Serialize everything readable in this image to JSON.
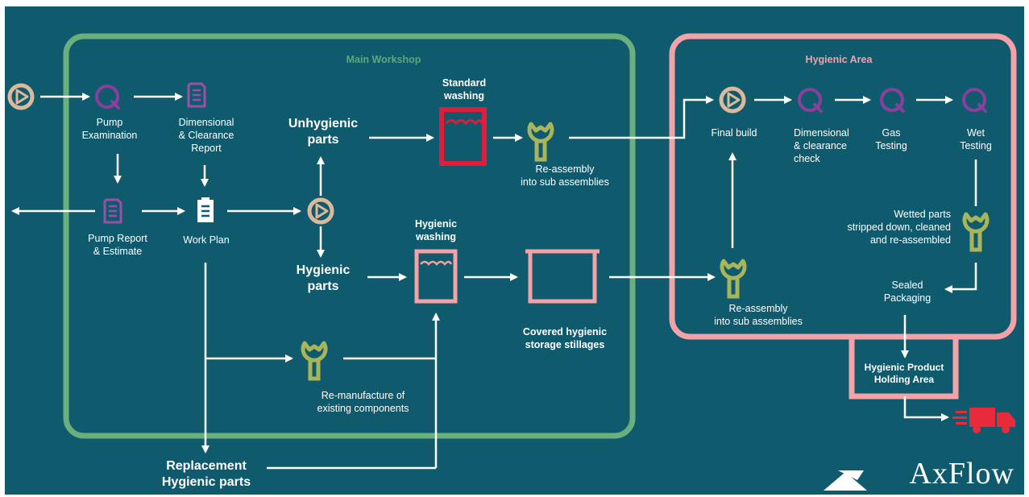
{
  "areas": {
    "main_workshop": "Main Workshop",
    "hygienic_area": "Hygienic Area"
  },
  "labels": {
    "pump_examination": "Pump\nExamination",
    "dimensional_clearance_report": "Dimensional\n& Clearance\nReport",
    "pump_report_estimate": "Pump Report\n& Estimate",
    "work_plan": "Work Plan",
    "unhygienic_parts": "Unhygienic\nparts",
    "hygienic_parts": "Hygienic\nparts",
    "standard_washing": "Standard\nwashing",
    "hygienic_washing": "Hygienic\nwashing",
    "reassembly_top": "Re-assembly\ninto sub assemblies",
    "covered_storage": "Covered hygienic\nstorage stillages",
    "remanufacture": "Re-manufacture of\nexisting components",
    "replacement_parts": "Replacement\nHygienic parts",
    "final_build": "Final build",
    "dimensional_check": "Dimensional\n& clearance\ncheck",
    "gas_testing": "Gas\nTesting",
    "wet_testing": "Wet\nTesting",
    "wetted_parts": "Wetted parts\nstripped down, cleaned\nand re-assembled",
    "reassembly_hygienic": "Re-assembly\ninto sub assemblies",
    "sealed_packaging": "Sealed\nPackaging",
    "holding_area": "Hygienic Product\nHolding Area"
  },
  "brand": {
    "name": "AxFlow"
  },
  "icons": {
    "start": "play-circle-icon",
    "quality": "q-icon",
    "document": "document-icon",
    "clipboard": "clipboard-icon",
    "decision": "play-circle-icon",
    "washing": "tank-icon",
    "storage": "stillage-icon",
    "wrench": "wrench-icon",
    "delivery": "truck-icon"
  },
  "colors": {
    "background": "#0f5a6c",
    "green_border": "#6ab07f",
    "pink_border": "#f3a3a8",
    "quality_purple": "#8a3f9c",
    "document_purple": "#9d4fa6",
    "start_tan": "#dcb99a",
    "washing_red": "#e01e3c",
    "washing_pink": "#f3a3a8",
    "wrench_olive": "#a8b55a",
    "truck_red": "#e82a3a"
  }
}
